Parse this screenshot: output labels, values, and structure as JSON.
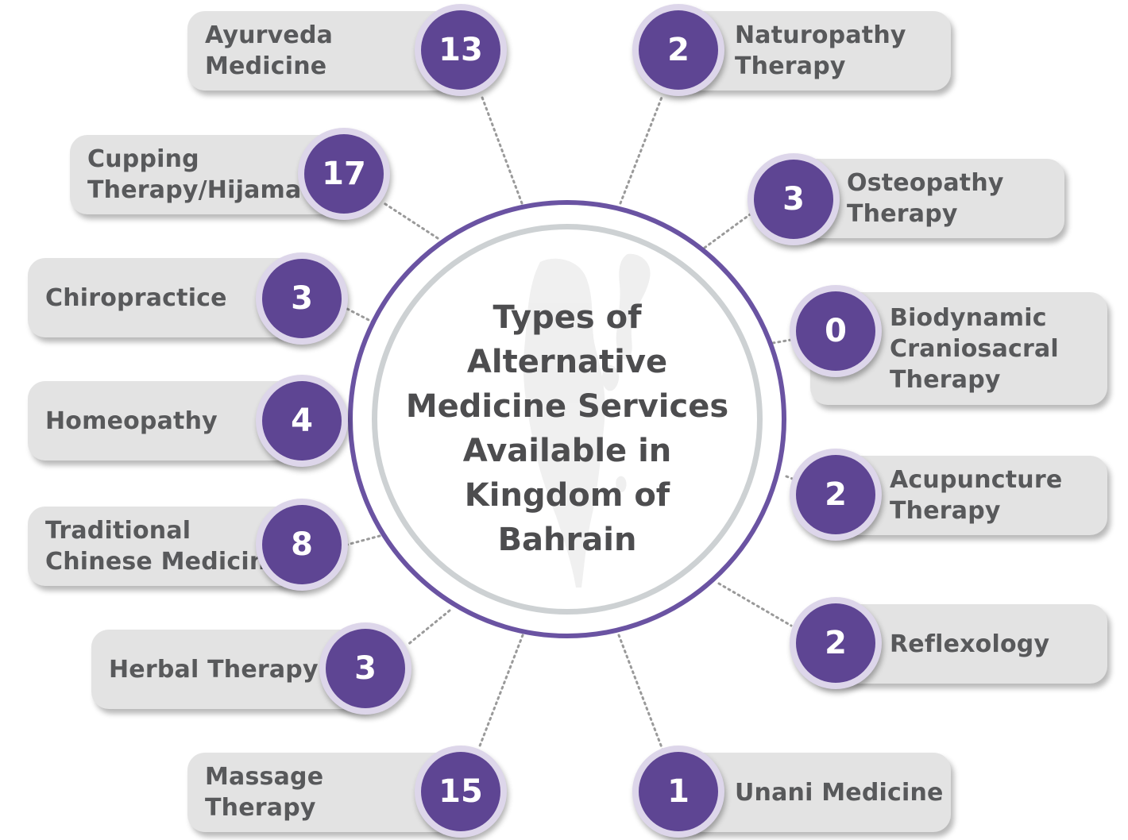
{
  "title": "Types of\nAlternative\nMedicine Services\nAvailable in\nKingdom of\nBahrain",
  "colors": {
    "badge": "#5e4593",
    "badge_ring": "#ddd6ea",
    "hub_ring": "#6a53a2",
    "hub_inner_ring": "#cdd1d3",
    "pill": "#e3e3e3",
    "text": "#58595b"
  },
  "services": [
    {
      "label": "Ayurveda\nMedicine",
      "count": "13"
    },
    {
      "label": "Cupping\nTherapy/Hijama",
      "count": "17"
    },
    {
      "label": "Chiropractice",
      "count": "3"
    },
    {
      "label": "Homeopathy",
      "count": "4"
    },
    {
      "label": "Traditional\nChinese Medicine",
      "count": "8"
    },
    {
      "label": "Herbal Therapy",
      "count": "3"
    },
    {
      "label": "Massage\nTherapy",
      "count": "15"
    },
    {
      "label": "Naturopathy\nTherapy",
      "count": "2"
    },
    {
      "label": "Osteopathy\nTherapy",
      "count": "3"
    },
    {
      "label": "Biodynamic\nCraniosacral\nTherapy",
      "count": "0"
    },
    {
      "label": "Acupuncture\nTherapy",
      "count": "2"
    },
    {
      "label": "Reflexology",
      "count": "2"
    },
    {
      "label": "Unani Medicine",
      "count": "1"
    }
  ]
}
